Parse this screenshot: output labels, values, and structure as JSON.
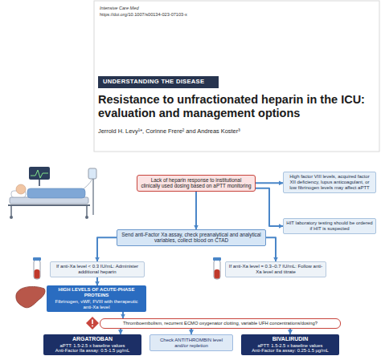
{
  "diagram": {
    "title": "Resistance to unfractionated heparin in the ICU: evaluation and management options",
    "nodes": [
      {
        "text": [
          "UNDERSTANDING THE DISEASE"
        ]
      },
      {
        "text": [
          "Lack of heparin response to institutional clinically used dosing based on aPTT monitoring"
        ]
      },
      {
        "text": [
          "High factor VIII levels, acquired factor XII deficiency, lupus anticoagulant, or low fibrinogen levels may affect aPTT"
        ]
      },
      {
        "text": [
          "HIT laboratory testing should be ordered if HIT is suspected"
        ]
      },
      {
        "text": [
          "Send anti-Factor Xa assay, check preanalytical and analytical variables, collect blood on CTAD"
        ]
      },
      {
        "text": [
          "If anti-Xa level < 0.3 IU/mL: Administer additional heparin"
        ]
      },
      {
        "text": [
          "If anti-Xa level = 0.3–0.7 IU/mL: Follow anti-Xa level and titrate"
        ]
      },
      {
        "text": [
          "HIGH LEVELS OF ACUTE-PHASE PROTEINS",
          "Fibrinogen, vWF, FVIII with therapeutic anti-Xa level"
        ]
      },
      {
        "text": [
          "Thromboembolism, recurrent ECMO oxygenator clotting, variable UFH concentrations/dosing?"
        ]
      },
      {
        "text": [
          "ARGATROBAN",
          "aPTT: 1.5-2.5 x baseline values",
          "Anti-Factor IIa assay: 0.5-1.5 µg/mL"
        ]
      },
      {
        "text": [
          "Check ANTITHROMBIN level and/or repletion"
        ]
      },
      {
        "text": [
          "BIVALIRUDIN",
          "aPTT: 1.5-2.5 x baseline values",
          "Anti-Factor IIa assay: 0.25-1.5 µg/mL"
        ]
      }
    ],
    "edges": [
      {
        "from": 1,
        "to": 2,
        "arrow": "to"
      },
      {
        "from": 1,
        "to": 3,
        "arrow": "to"
      },
      {
        "from": 1,
        "to": 4,
        "arrow": "to"
      },
      {
        "from": 4,
        "to": 5,
        "arrow": "to"
      },
      {
        "from": 4,
        "to": 6,
        "arrow": "to"
      },
      {
        "from": 5,
        "to": 7,
        "arrow": "to"
      },
      {
        "from": 7,
        "to": 8,
        "arrow": "to"
      },
      {
        "from": 8,
        "to": 9,
        "arrow": "to"
      },
      {
        "from": 8,
        "to": 10,
        "arrow": "to"
      },
      {
        "from": 8,
        "to": 11,
        "arrow": "to"
      }
    ],
    "labels": [
      "Intensive Care Med",
      "https://doi.org/10.1007/s00134-023-07103-x",
      "Jerrold H. Levy¹*, Corinne Frere² and Andreas Koster³"
    ]
  }
}
